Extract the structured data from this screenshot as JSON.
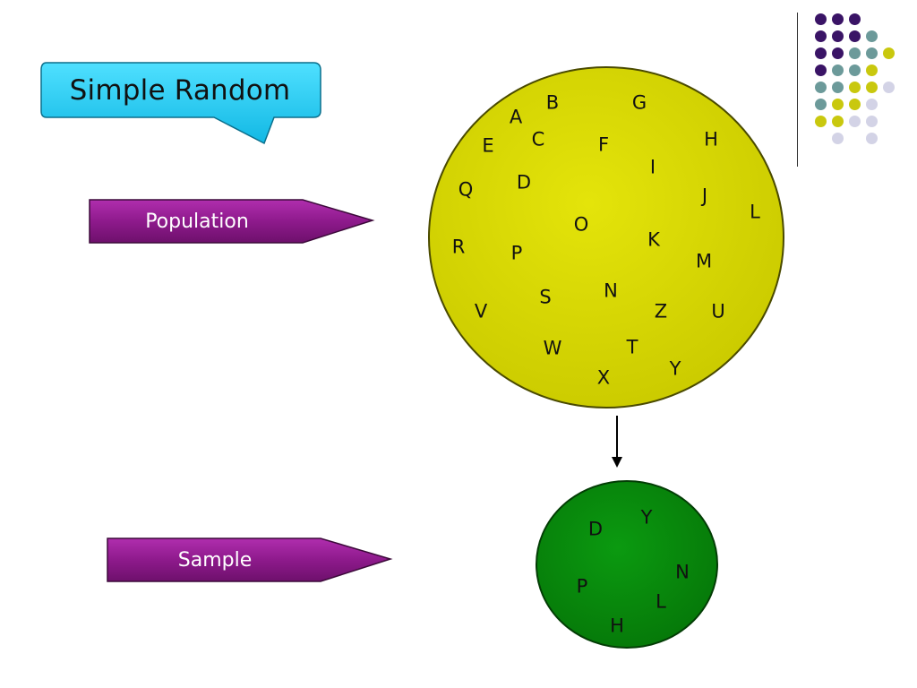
{
  "title": {
    "text": "Simple Random"
  },
  "labels": {
    "population": "Population",
    "sample": "Sample"
  },
  "colors": {
    "callout_fill": "#19c8f0",
    "arrow_fill": "#8e1a8c",
    "population_fill": "#d8d800",
    "sample_fill": "#078a0b",
    "dot_purple": "#3a1466",
    "dot_teal": "#6c9a9a",
    "dot_yellow": "#c9c80e",
    "dot_lavender": "#d3d3e6"
  },
  "population_letters": [
    "A",
    "B",
    "G",
    "E",
    "C",
    "F",
    "H",
    "I",
    "Q",
    "D",
    "J",
    "L",
    "O",
    "K",
    "R",
    "P",
    "M",
    "S",
    "N",
    "V",
    "Z",
    "U",
    "W",
    "T",
    "Y",
    "X"
  ],
  "sample_letters": [
    "D",
    "Y",
    "N",
    "P",
    "L",
    "H"
  ],
  "dot_grid": [
    [
      "purple",
      "purple",
      "purple",
      "none",
      "none"
    ],
    [
      "purple",
      "purple",
      "purple",
      "teal",
      "none"
    ],
    [
      "purple",
      "purple",
      "teal",
      "teal",
      "yellow"
    ],
    [
      "purple",
      "teal",
      "teal",
      "yellow",
      "none"
    ],
    [
      "teal",
      "teal",
      "yellow",
      "yellow",
      "lavender"
    ],
    [
      "teal",
      "yellow",
      "yellow",
      "lavender",
      "none"
    ],
    [
      "yellow",
      "yellow",
      "lavender",
      "lavender",
      "none"
    ],
    [
      "none",
      "lavender",
      "none",
      "lavender",
      "none"
    ]
  ]
}
